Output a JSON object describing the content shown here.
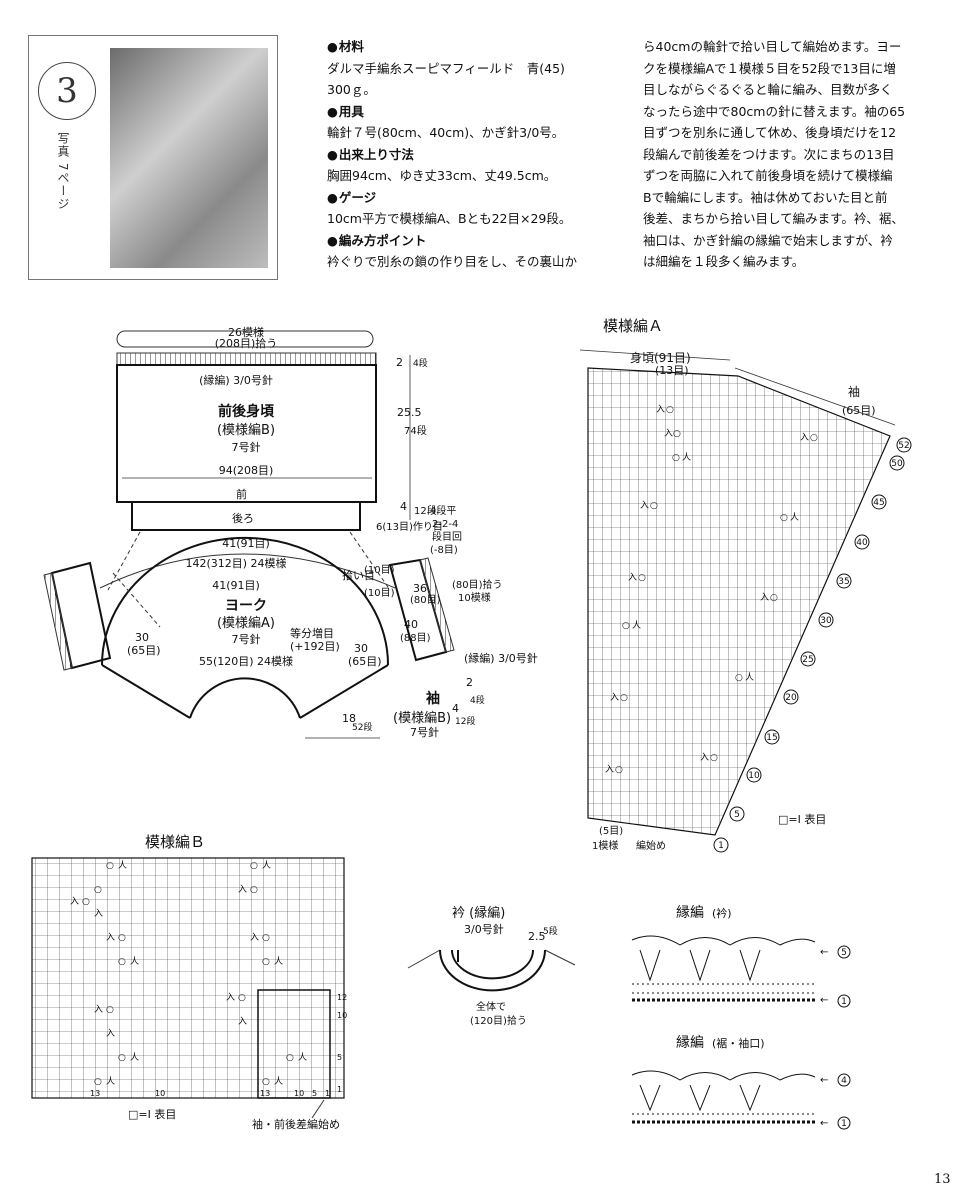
{
  "pattern_number": "3",
  "photo_caption": "写真 7ページ",
  "materials": {
    "heading": "材料",
    "lines": [
      "ダルマ手編糸スーピマフィールド　青(45)",
      "300ｇ。"
    ]
  },
  "tools": {
    "heading": "用具",
    "lines": [
      "輪針７号(80cm、40cm)、かぎ針3/0号。"
    ]
  },
  "size": {
    "heading": "出来上り寸法",
    "lines": [
      "胸囲94cm、ゆき丈33cm、丈49.5cm。"
    ]
  },
  "gauge": {
    "heading": "ゲージ",
    "lines": [
      "10cm平方で模様編A、Bとも22目×29段。"
    ]
  },
  "points": {
    "heading": "編み方ポイント",
    "lines": [
      "衿ぐりで別糸の鎖の作り目をし、その裏山か",
      "ら40cmの輪針で拾い目して編始めます。ヨー",
      "クを模様編Aで１模様５目を52段で13目に増",
      "目しながらぐるぐると輪に編み、目数が多く",
      "なったら途中で80cmの針に替えます。袖の65",
      "目ずつを別糸に通して休め、後身頃だけを12",
      "段編んで前後差をつけます。次にまちの13目",
      "ずつを両脇に入れて前後身頃を続けて模様編",
      "Bで輪編にします。袖は休めておいた目と前",
      "後差、まちから拾い目して編みます。衿、裾、",
      "袖口は、かぎ針編の縁編で始末しますが、衿",
      "は細編を１段多く編みます。"
    ]
  },
  "diagram": {
    "top_label_1": "26模様",
    "top_label_2": "(208目)拾う",
    "edge_label": "(縁編) 3/0号針",
    "body_title": "前後身頃",
    "body_pattern": "(模様編B)",
    "body_needle": "7号針",
    "body_width": "94(208目)",
    "right_top_a": "2",
    "right_top_b": "4段",
    "right_len_a": "25.5",
    "right_len_b": "74段",
    "front_label": "前",
    "back_label": "後ろ",
    "gusset_rows": "12段",
    "gusset_a": "4",
    "gusset_b": "6(13目)作り目",
    "diff_note_1": "4段平",
    "diff_note_2": "2-2-4",
    "diff_note_3": "段目回",
    "diff_note_4": "(-8目)",
    "back_width": "41(91目)",
    "yoke_outer": "142(312目) 24模様",
    "yoke_inner_top": "41(91目)",
    "yoke_title": "ヨーク",
    "yoke_pattern": "(模様編A)",
    "yoke_needle": "7号針",
    "yoke_increase_1": "等分増目",
    "yoke_increase_2": "(+192目)",
    "yoke_left": "30",
    "yoke_left_st": "(65目)",
    "yoke_right": "30",
    "yoke_right_st": "(65目)",
    "neck_label": "55(120目) 24模様",
    "pickup_label": "拾い目",
    "pick_10a": "(10目)",
    "pick_10b": "(10目)",
    "sleeve_36": "36",
    "sleeve_80": "(80目)",
    "sleeve_pick": "(80目)拾う",
    "sleeve_pick_2": "10模様",
    "sleeve_40": "40",
    "sleeve_88": "(88目)",
    "sleeve_edge": "(縁編) 3/0号針",
    "sleeve_title": "袖",
    "sleeve_pattern": "(模様編B)",
    "sleeve_needle": "7号針",
    "sleeve_len": "18",
    "sleeve_rows": "52段",
    "sleeve_2": "2",
    "sleeve_4a": "4",
    "sleeve_4b": "4段",
    "sleeve_12": "12段"
  },
  "chart_a": {
    "title": "模様編Ａ",
    "body_label": "身頃(91目)",
    "body_sub": "(13目)",
    "sleeve_label": "袖",
    "sleeve_sub": "(65目)",
    "row_numbers": [
      "52",
      "50",
      "45",
      "40",
      "35",
      "30",
      "25",
      "20",
      "15",
      "10",
      "5",
      "1"
    ],
    "bottom_1": "(5目)",
    "bottom_2": "1模様",
    "bottom_3": "編始め",
    "legend": "□=Ⅰ 表目"
  },
  "chart_b": {
    "title": "模様編Ｂ",
    "row_numbers": [
      "12",
      "10",
      "5",
      "1"
    ],
    "col_numbers": [
      "13",
      "10",
      "5",
      "1"
    ],
    "legend": "□=Ⅰ 表目",
    "start_note": "袖・前後差編始め"
  },
  "collar": {
    "title": "衿 (縁編)",
    "needle": "3/0号針",
    "height": "2.5",
    "rows": "5段",
    "pickup_1": "全体で",
    "pickup_2": "(120目)拾う"
  },
  "edging_collar": {
    "title": "縁編",
    "sub": "(衿)",
    "row_top": "5",
    "row_bottom": "1"
  },
  "edging_hem": {
    "title": "縁編",
    "sub": "(裾・袖口)",
    "row_top": "4",
    "row_bottom": "1"
  },
  "page_number": "13"
}
